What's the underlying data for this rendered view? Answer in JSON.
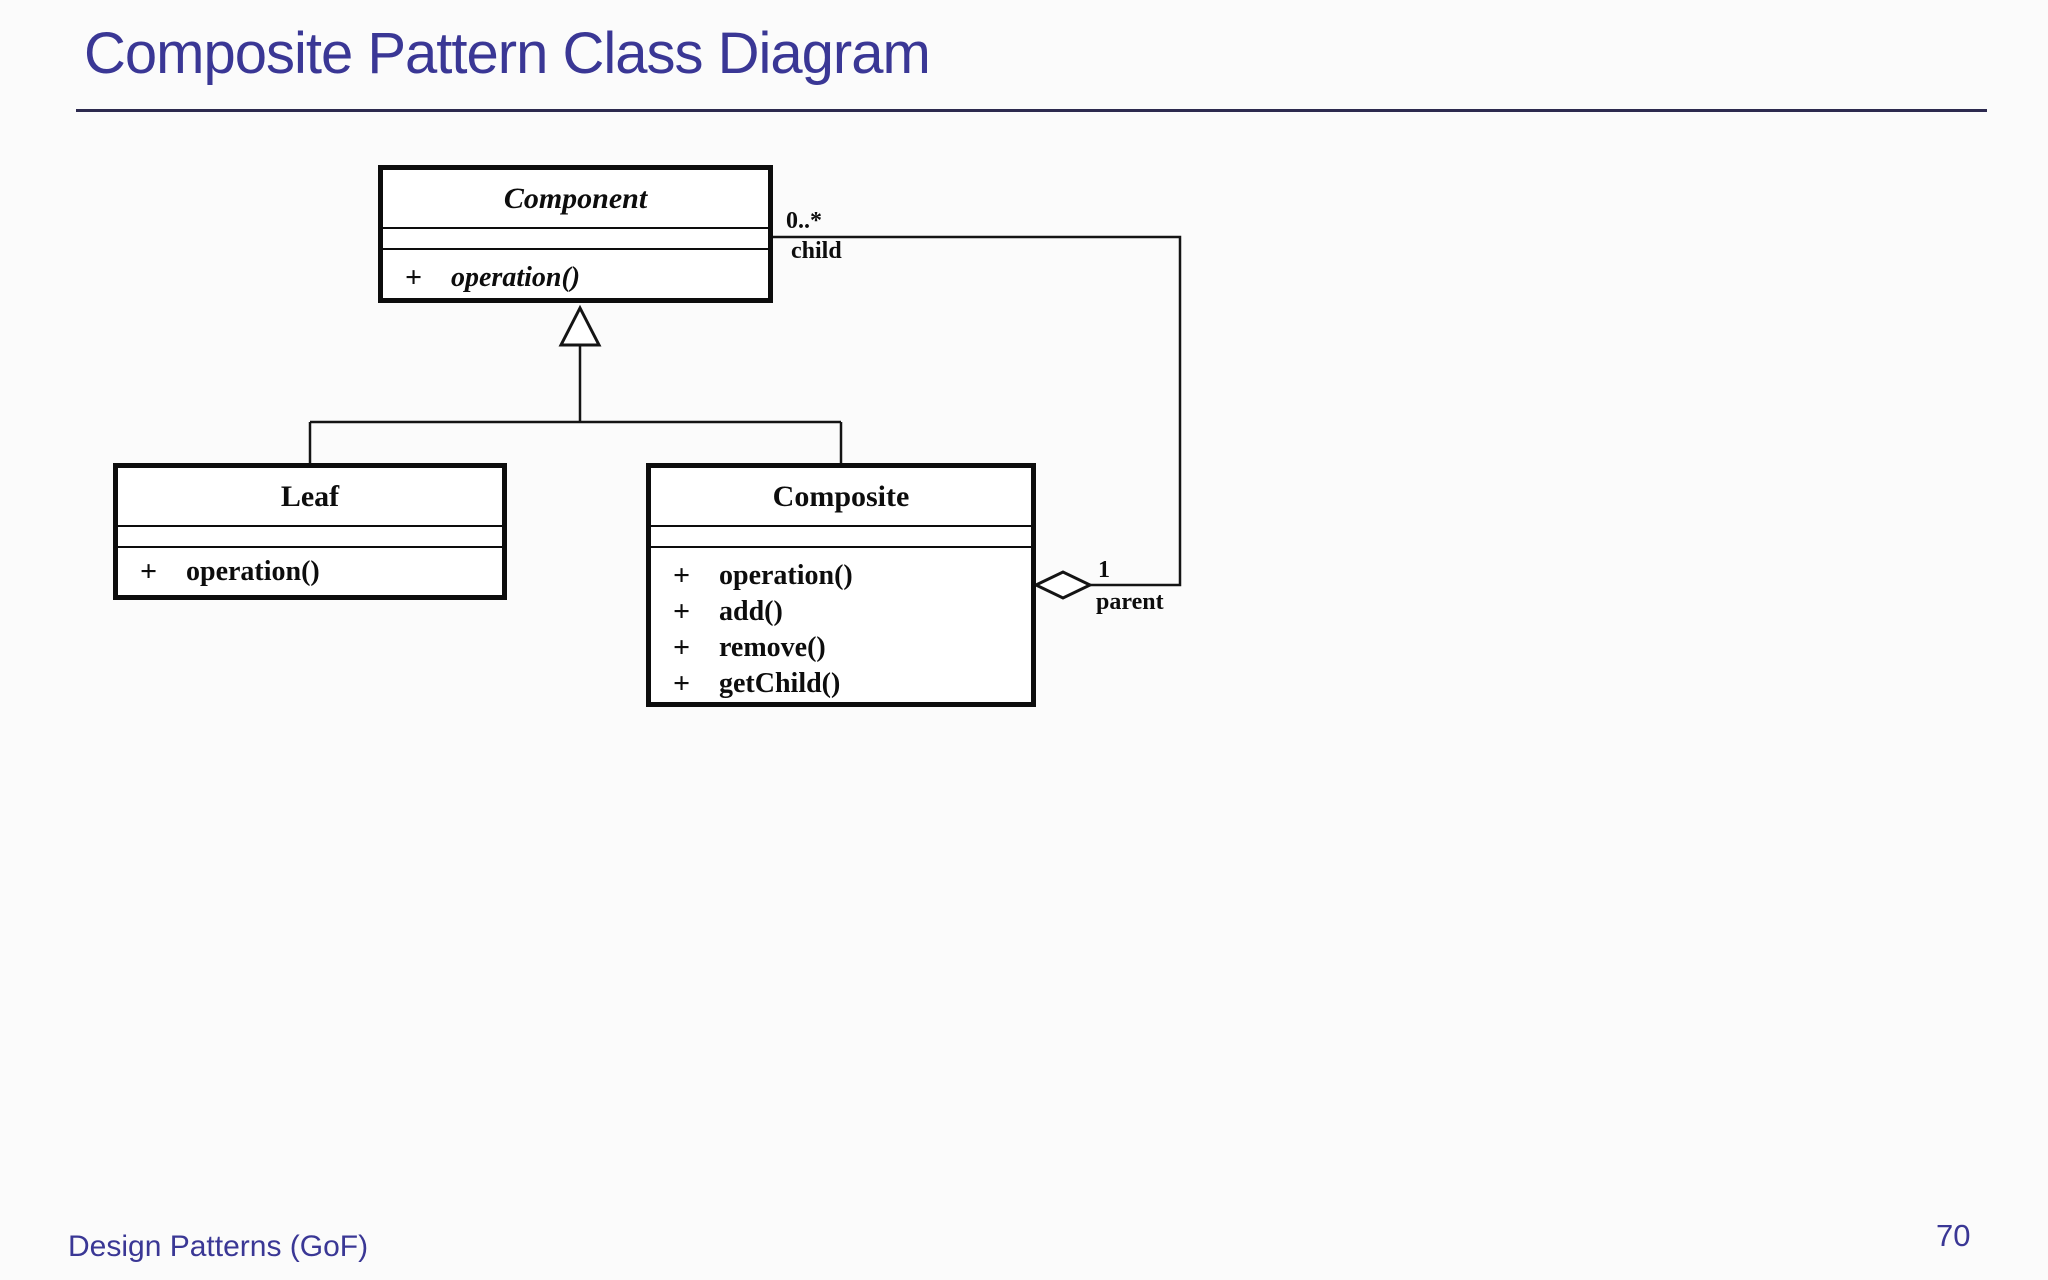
{
  "slide": {
    "title": "Composite Pattern Class Diagram",
    "footer": "Design Patterns (GoF)",
    "page_number": "70"
  },
  "colors": {
    "accent_indigo": "#3a3795",
    "rule_navy": "#2d2a4f",
    "diagram_ink": "#0d0d0d",
    "background": "#fbfbfb"
  },
  "diagram": {
    "type": "uml-class-diagram",
    "pattern": "Composite",
    "classes": [
      {
        "name": "Component",
        "abstract": true,
        "attributes": [],
        "operations": [
          {
            "visibility": "+",
            "signature": "operation()",
            "abstract": true
          }
        ]
      },
      {
        "name": "Leaf",
        "abstract": false,
        "attributes": [],
        "operations": [
          {
            "visibility": "+",
            "signature": "operation()"
          }
        ]
      },
      {
        "name": "Composite",
        "abstract": false,
        "attributes": [],
        "operations": [
          {
            "visibility": "+",
            "signature": "operation()"
          },
          {
            "visibility": "+",
            "signature": "add()"
          },
          {
            "visibility": "+",
            "signature": "remove()"
          },
          {
            "visibility": "+",
            "signature": "getChild()"
          }
        ]
      }
    ],
    "relationships": [
      {
        "type": "generalization",
        "children": [
          "Leaf",
          "Composite"
        ],
        "parent": "Component"
      },
      {
        "type": "aggregation",
        "whole": "Composite",
        "part": "Component",
        "child_multiplicity": "0..*",
        "child_role": "child",
        "parent_multiplicity": "1",
        "parent_role": "parent"
      }
    ]
  }
}
